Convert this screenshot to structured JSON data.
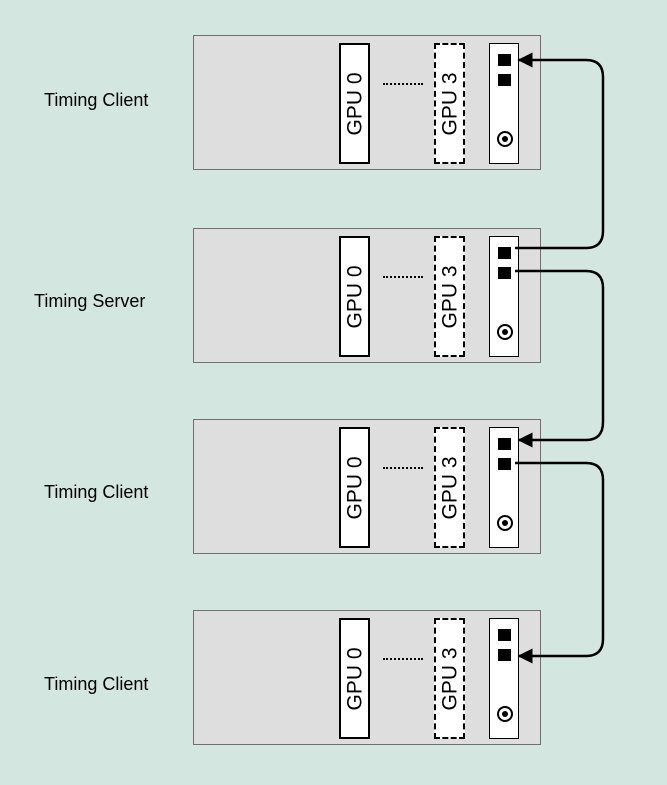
{
  "colors": {
    "background": "#d4e6e0",
    "chassis": "#dedede",
    "cable": "#000000"
  },
  "systems": [
    {
      "role": "Timing Client",
      "gpu_first": "GPU 0",
      "gpu_last": "GPU 3"
    },
    {
      "role": "Timing Server",
      "gpu_first": "GPU 0",
      "gpu_last": "GPU 3"
    },
    {
      "role": "Timing Client",
      "gpu_first": "GPU 0",
      "gpu_last": "GPU 3"
    },
    {
      "role": "Timing Client",
      "gpu_first": "GPU 0",
      "gpu_last": "GPU 3"
    }
  ],
  "icons": {
    "rj45_port": "rj45-port-icon",
    "bnc_connector": "bnc-connector-icon",
    "arrow_head": "arrow-head-icon"
  }
}
